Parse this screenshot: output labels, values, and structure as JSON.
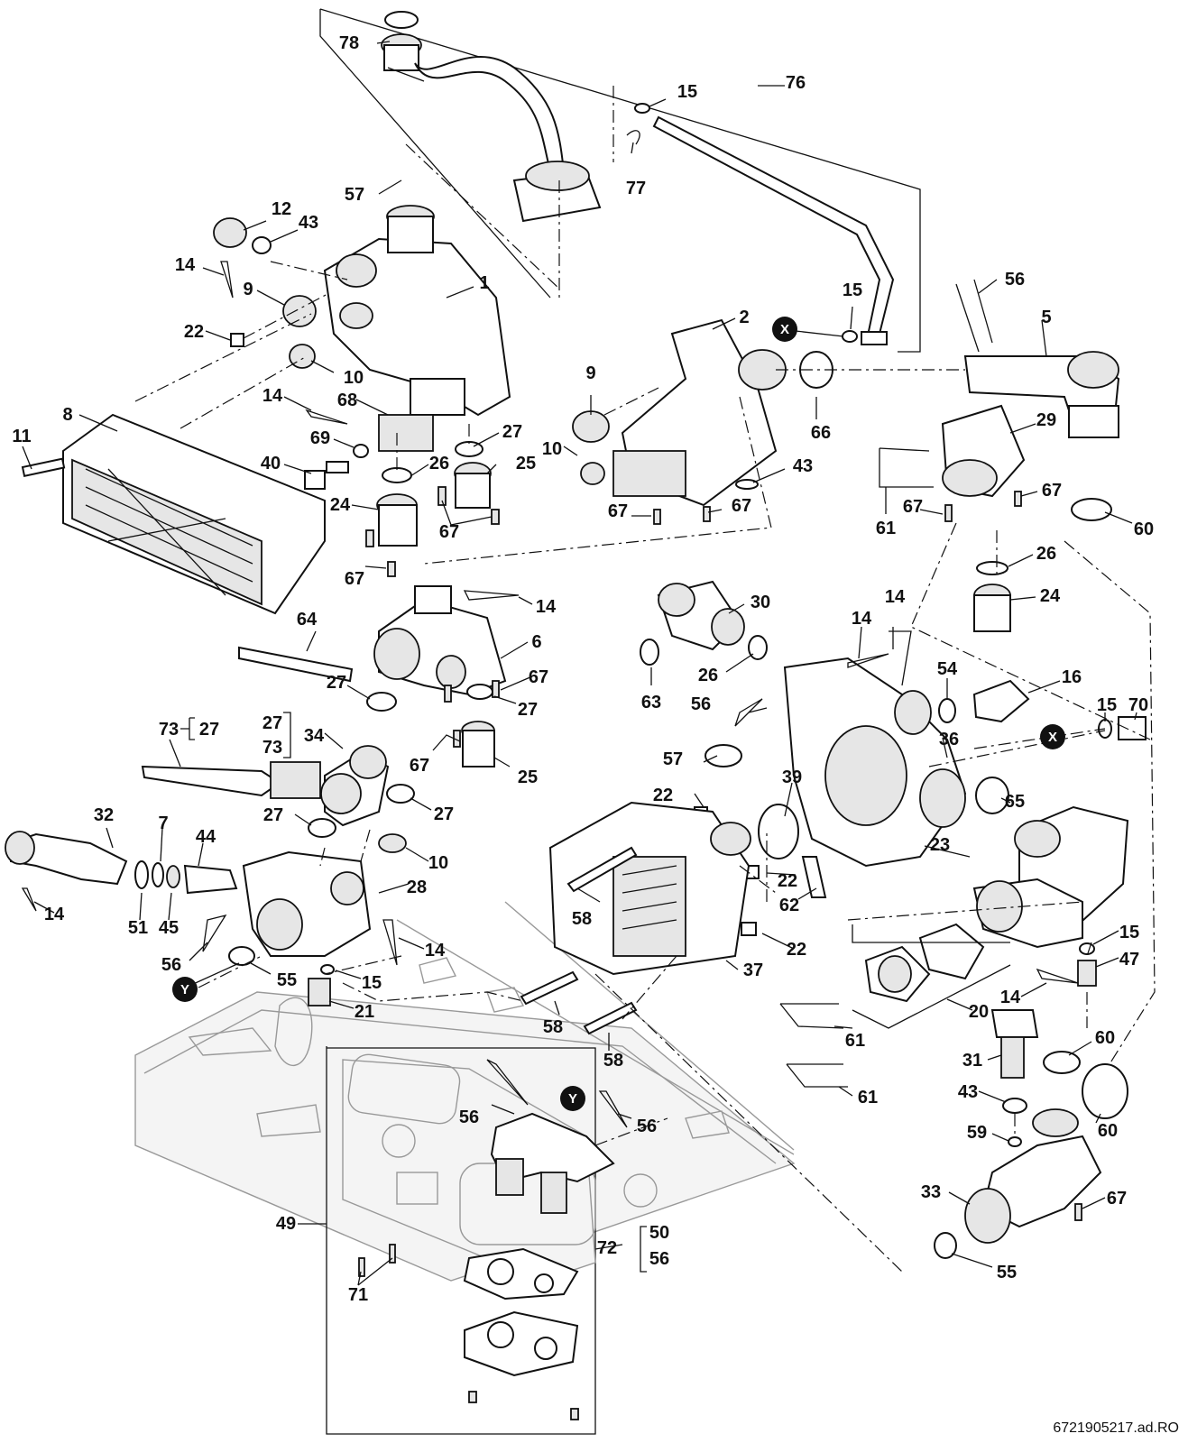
{
  "diagram": {
    "drawing_code": "6721905217.ad.RO",
    "markers": {
      "x": "X",
      "y": "Y"
    },
    "callouts": {
      "c78": "78",
      "c76": "76",
      "c15a": "15",
      "c77": "77",
      "c57a": "57",
      "c12": "12",
      "c43a": "43",
      "c14a": "14",
      "c9a": "9",
      "c1": "1",
      "c22a": "22",
      "c10a": "10",
      "c14b": "14",
      "c68": "68",
      "c27a": "27",
      "c69": "69",
      "c8": "8",
      "c11": "11",
      "c40": "40",
      "c26a": "26",
      "c25a": "25",
      "c24a": "24",
      "c67a": "67",
      "c67b": "67",
      "c2": "2",
      "c9b": "9",
      "c10b": "10",
      "c67c": "67",
      "c67d": "67",
      "c43b": "43",
      "c15b": "15",
      "c66": "66",
      "c56a": "56",
      "c5": "5",
      "c29": "29",
      "c67e": "67",
      "c67f": "67",
      "c61a": "61",
      "c60a": "60",
      "c26b": "26",
      "c24b": "24",
      "c14c": "14",
      "c64": "64",
      "c6": "6",
      "c67g": "67",
      "c27b": "27",
      "c27c": "27",
      "c67h": "67",
      "c25b": "25",
      "c30": "30",
      "c63": "63",
      "c26c": "26",
      "c14d": "14",
      "c14e": "14",
      "c56b": "56",
      "c54": "54",
      "c16": "16",
      "c15c": "15",
      "c70": "70",
      "c73a": "73",
      "c27d": "27",
      "c27e": "27",
      "c73b": "73",
      "c34": "34",
      "c27f": "27",
      "c27g": "27",
      "c32": "32",
      "c7": "7",
      "c44": "44",
      "c10c": "10",
      "c28": "28",
      "c14f": "14",
      "c51": "51",
      "c45": "45",
      "c56c": "56",
      "c55a": "55",
      "c15d": "15",
      "c21": "21",
      "c14g": "14",
      "c57b": "57",
      "c22b": "22",
      "c39": "39",
      "c36": "36",
      "c65": "65",
      "c23": "23",
      "c22c": "22",
      "c62": "62",
      "c58a": "58",
      "c22d": "22",
      "c37": "37",
      "c58b": "58",
      "c58c": "58",
      "c15e": "15",
      "c47": "47",
      "c20": "20",
      "c14h": "14",
      "c61b": "61",
      "c61c": "61",
      "c31": "31",
      "c60b": "60",
      "c43c": "43",
      "c60c": "60",
      "c59": "59",
      "c33": "33",
      "c67i": "67",
      "c55b": "55",
      "c56d": "56",
      "c56e": "56",
      "c49": "49",
      "c72": "72",
      "c50": "50",
      "c56f": "56",
      "c71": "71"
    }
  }
}
